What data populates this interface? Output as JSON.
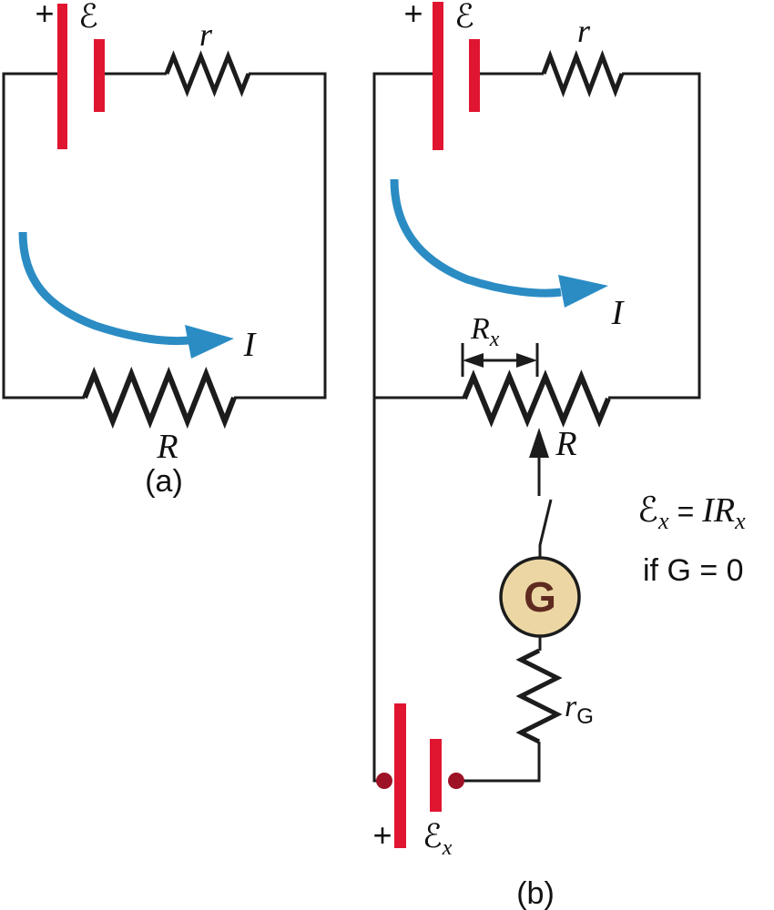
{
  "colors": {
    "background": "#ffffff",
    "wire": "#1c1c1c",
    "text": "#111111",
    "battery_red": "#e01530",
    "terminal_dot": "#9e1226",
    "arrow_blue": "#2b8cc4",
    "galvanometer_fill": "#ecd7a4",
    "galvanometer_letter": "#5f2a20"
  },
  "panel_a": {
    "battery": {
      "plus": "+",
      "emf": "ℰ"
    },
    "internal_resistance_label": "r",
    "current_label": "I",
    "load_resistor_label": "R",
    "caption": "(a)"
  },
  "panel_b": {
    "battery": {
      "plus": "+",
      "emf": "ℰ"
    },
    "internal_resistance_label": "r",
    "current_label": "I",
    "rx": {
      "base": "R",
      "sub": "x"
    },
    "potentiometer_label": "R",
    "galvanometer_label": "G",
    "rg": {
      "base": "r",
      "sub": "G"
    },
    "unknown_battery": {
      "plus": "+",
      "emf_base": "ℰ",
      "emf_sub": "x"
    },
    "caption": "(b)"
  },
  "equation": {
    "lhs_base": "ℰ",
    "lhs_sub": "x",
    "equals": "=",
    "rhs_base": "IR",
    "rhs_sub": "x",
    "condition": "if G = 0"
  }
}
